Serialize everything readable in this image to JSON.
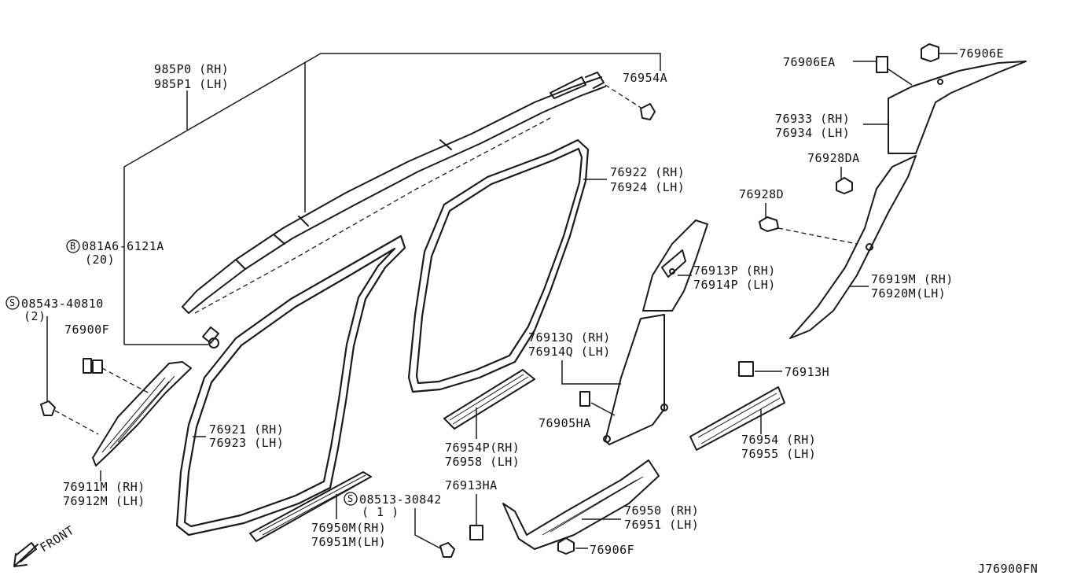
{
  "diagram_code": "J76900FN",
  "front_label": "FRONT",
  "labels": {
    "p985p0": "985P0 (RH)",
    "p985p1": "985P1 (LH)",
    "p76954a": "76954A",
    "p76906ea": "76906EA",
    "p76906e": "76906E",
    "p76933": "76933 (RH)",
    "p76934": "76934 (LH)",
    "p76928da": "76928DA",
    "p76928d": "76928D",
    "p76922": "76922 (RH)",
    "p76924": "76924 (LH)",
    "p081a6": "081A6-6121A",
    "p081a6_qty": "(20)",
    "p08543": "08543-40810",
    "p08543_qty": "(2)",
    "p76900f": "76900F",
    "p76913p": "76913P (RH)",
    "p76914p": "76914P (LH)",
    "p76919m": "76919M (RH)",
    "p76920m": "76920M(LH)",
    "p76913q": "76913Q (RH)",
    "p76914q": "76914Q (LH)",
    "p76913h": "76913H",
    "p76905ha": "76905HA",
    "p76921": "76921 (RH)",
    "p76923": "76923 (LH)",
    "p76954p": "76954P(RH)",
    "p76958": "76958  (LH)",
    "p76954": "76954 (RH)",
    "p76955": "76955 (LH)",
    "p76911m": "76911M (RH)",
    "p76912m": "76912M (LH)",
    "p08513": "08513-30842",
    "p08513_qty": "( 1 )",
    "p76913ha": "76913HA",
    "p76950": "76950 (RH)",
    "p76951": "76951 (LH)",
    "p76950m": "76950M(RH)",
    "p76951m": "76951M(LH)",
    "p76906f": "76906F"
  },
  "circle_marks": {
    "bolt": "B",
    "screw": "S"
  }
}
